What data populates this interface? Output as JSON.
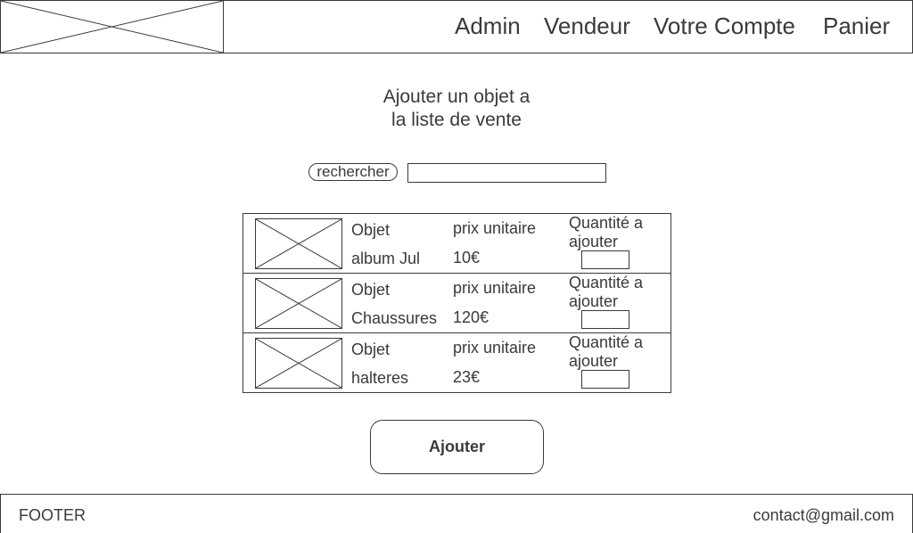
{
  "header": {
    "nav": [
      {
        "label": "Admin"
      },
      {
        "label": "Vendeur"
      },
      {
        "label": "Votre Compte"
      },
      {
        "label": "Panier"
      }
    ]
  },
  "main": {
    "title_line1": "Ajouter un objet a",
    "title_line2": "la liste de vente",
    "search": {
      "button_label": "rechercher",
      "value": "",
      "placeholder": ""
    },
    "columns": {
      "object": "Objet",
      "price": "prix unitaire",
      "quantity": "Quantité a ajouter"
    },
    "items": [
      {
        "name": "album Jul",
        "price": "10€",
        "quantity": ""
      },
      {
        "name": "Chaussures",
        "price": "120€",
        "quantity": ""
      },
      {
        "name": "halteres",
        "price": "23€",
        "quantity": ""
      }
    ],
    "add_button_label": "Ajouter"
  },
  "footer": {
    "left": "FOOTER",
    "right": "contact@gmail.com"
  }
}
